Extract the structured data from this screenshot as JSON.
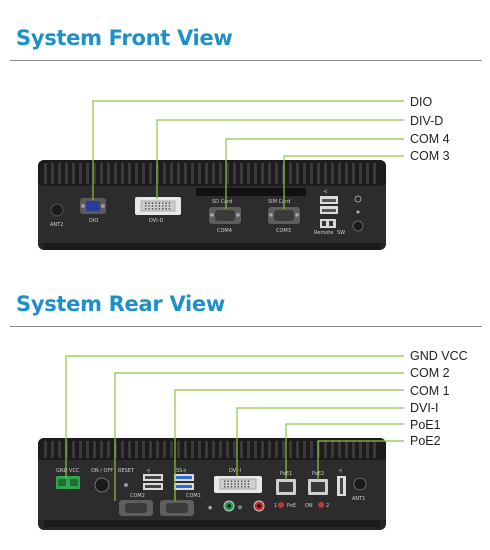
{
  "front": {
    "title": "System Front View",
    "callouts": [
      "DIO",
      "DIV-D",
      "COM 4",
      "COM 3"
    ],
    "panel_labels": {
      "ant2": "ANT2",
      "dio": "DIO",
      "dvid": "DVI-D",
      "sd_card": "SD Card",
      "com4": "COM4",
      "sim_card": "SIM Card",
      "com3": "COM3",
      "remote": "Remote",
      "sw": "SW"
    }
  },
  "rear": {
    "title": "System Rear View",
    "callouts": [
      "GND VCC",
      "COM 2",
      "COM 1",
      "DVI-I",
      "PoE1",
      "PoE2"
    ],
    "panel_labels": {
      "gnd_vcc": "GND VCC",
      "on_off": "ON / OFF",
      "reset": "RESET",
      "com2": "COM2",
      "com1": "COM1",
      "dvii": "DVI-I",
      "poe1": "PoE1",
      "poe2": "PoE2",
      "poe1_led": "1",
      "poe1_tag": "PoE",
      "poe2_led": "ON",
      "poe2_tag": "2",
      "ant1": "ANT1"
    }
  },
  "colors": {
    "title": "#1e90c8",
    "callout_line": "#8cc63f",
    "chassis": "#2b2b2b",
    "terminal_block": "#2fa84f"
  }
}
